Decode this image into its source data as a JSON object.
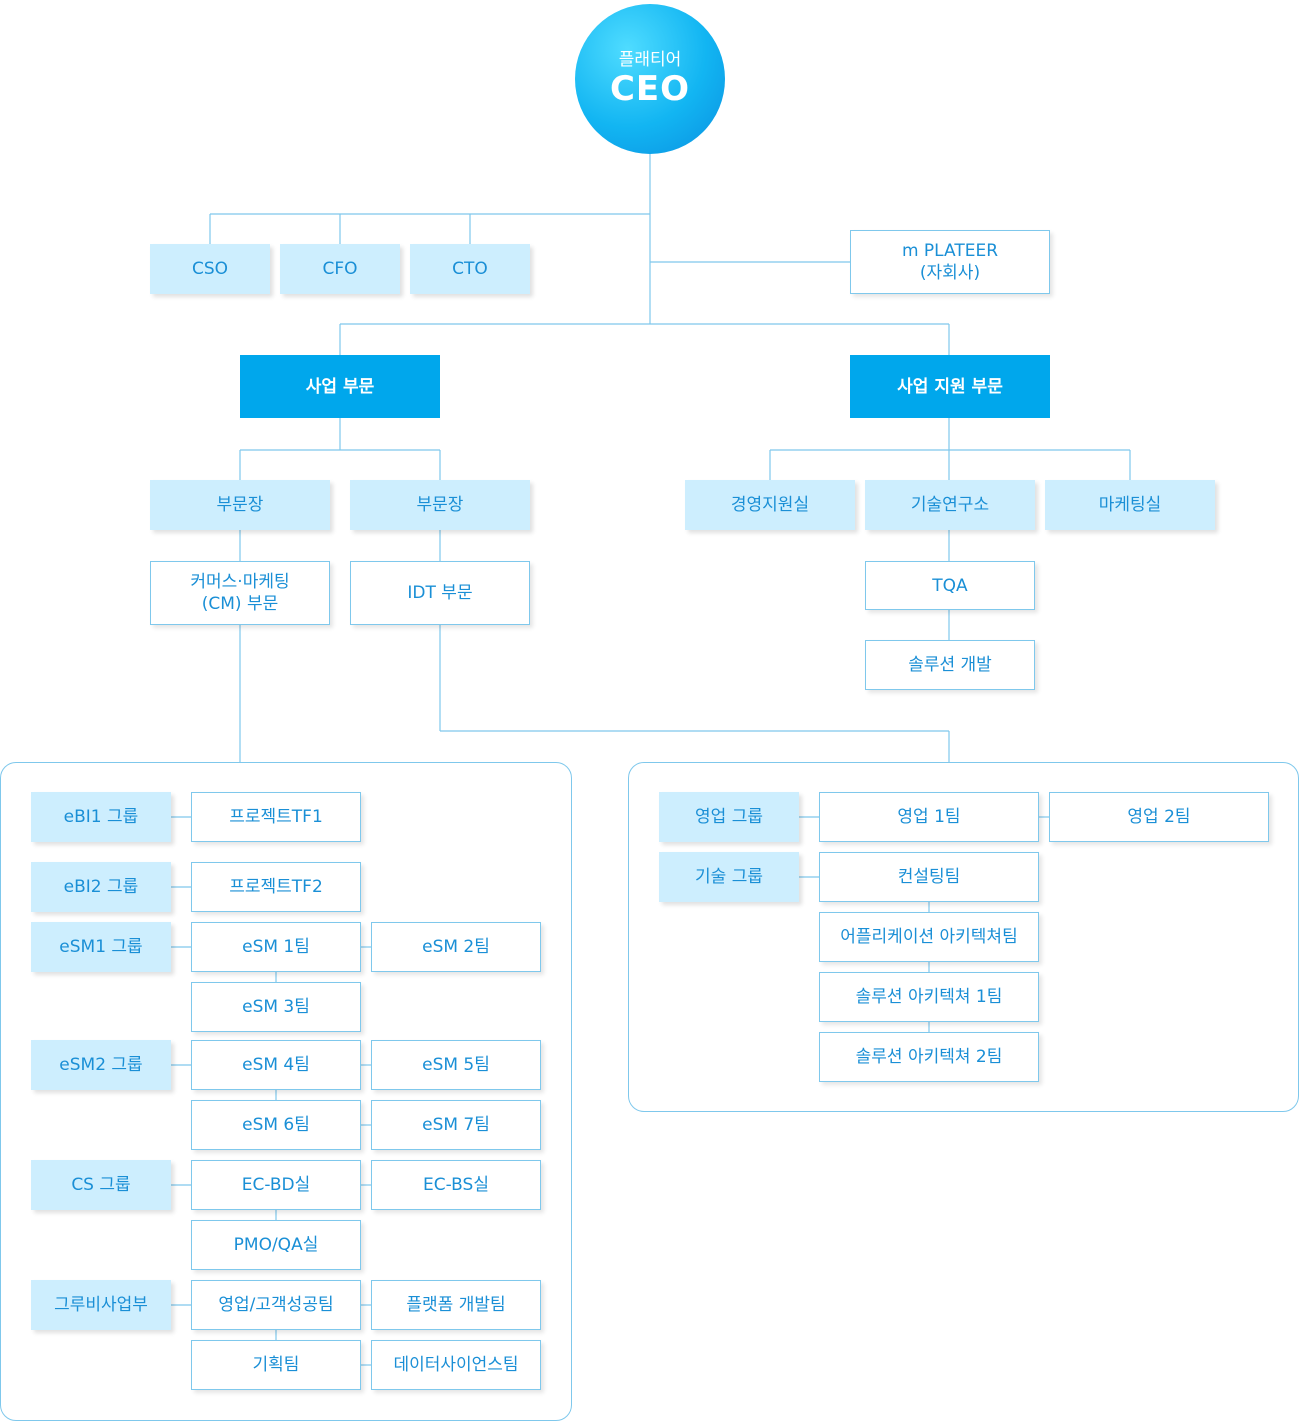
{
  "ceo": {
    "company": "플래티어",
    "title": "CEO"
  },
  "executives": [
    "CSO",
    "CFO",
    "CTO"
  ],
  "subsidiary": "m PLATEER\n(자회사)",
  "divisions": {
    "business": "사업 부문",
    "support": "사업 지원 부문"
  },
  "business": {
    "heads": [
      "부문장",
      "부문장"
    ],
    "units": [
      "커머스·마케팅\n(CM) 부문",
      "IDT 부문"
    ]
  },
  "support": {
    "units": [
      "경영지원실",
      "기술연구소",
      "마케팅실"
    ],
    "lab_teams": [
      "TQA",
      "솔루션 개발"
    ]
  },
  "cm_groups": {
    "ebi1": {
      "label": "eBI1 그룹",
      "teams": [
        "프로젝트TF1"
      ]
    },
    "ebi2": {
      "label": "eBI2 그룹",
      "teams": [
        "프로젝트TF2"
      ]
    },
    "esm1": {
      "label": "eSM1 그룹",
      "teams": [
        "eSM 1팀",
        "eSM 2팀",
        "eSM 3팀"
      ]
    },
    "esm2": {
      "label": "eSM2 그룹",
      "teams": [
        "eSM 4팀",
        "eSM 5팀",
        "eSM 6팀",
        "eSM 7팀"
      ]
    },
    "cs": {
      "label": "CS 그룹",
      "teams": [
        "EC-BD실",
        "EC-BS실",
        "PMO/QA실"
      ]
    },
    "groobee": {
      "label": "그루비사업부",
      "teams": [
        "영업/고객성공팀",
        "플랫폼 개발팀",
        "기획팀",
        "데이터사이언스팀"
      ]
    }
  },
  "idt_groups": {
    "sales": {
      "label": "영업 그룹",
      "teams": [
        "영업 1팀",
        "영업 2팀"
      ]
    },
    "tech": {
      "label": "기술 그룹",
      "teams": [
        "컨설팅팀",
        "어플리케이션 아키텍쳐팀",
        "솔루션 아키텍쳐 1팀",
        "솔루션 아키텍쳐 2팀"
      ]
    }
  },
  "colors": {
    "accent": "#00a7ec",
    "light_fill": "#cdeefe",
    "line": "#7fc8ec",
    "text": "#1a8fd6"
  }
}
